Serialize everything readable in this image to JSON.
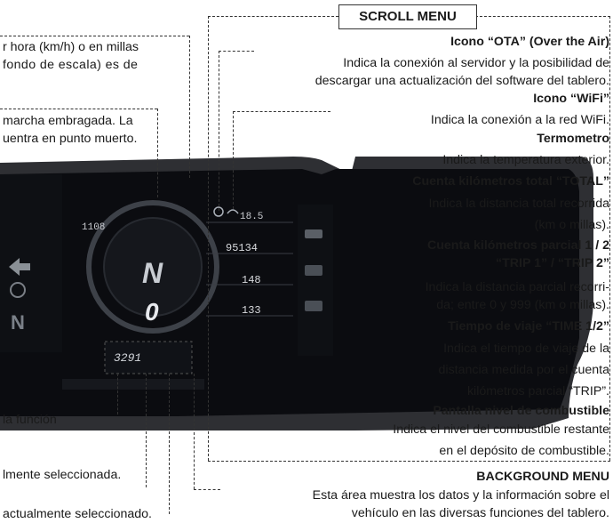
{
  "scroll_menu": {
    "title": "SCROLL MENU"
  },
  "left_notes": {
    "speed_line1": "r hora (km/h) o en millas",
    "speed_line2": "fondo de escala) es de",
    "gear_line1": "marcha embragada. La",
    "gear_line2": "uentra en punto muerto.",
    "func_line": "la función",
    "sel_line": "lmente seleccionada.",
    "sel2_line": "actualmente seleccionado."
  },
  "items": {
    "ota_title": "Icono “OTA” (Over the Air)",
    "ota_l1": "Indica la conexión al servidor y la posibilidad de",
    "ota_l2": "descargar una actualización del software del tablero.",
    "wifi_title": "Icono “WiFi”",
    "wifi_l1": "Indica la conexión a la red WiFi.",
    "thermo_title": "Termometro",
    "thermo_l1": "Indica la temperatura exterior.",
    "total_title": "Cuenta kilómetros total “TOTAL”",
    "total_l1": "Indica la distancia total recorrida",
    "total_l2": "(km o millas).",
    "trip_title1": "Cuenta kilómetros parcial 1 / 2",
    "trip_title2": "“TRIP 1” / “TRIP 2”",
    "trip_l1": "Indica la distancia parcial recorri-",
    "trip_l2": "da; entre 0 y 999 (km o millas).",
    "time_title": "Tiempo de viaje “TIME 1/2”",
    "time_l1": "Indica el tiempo de viaje de la",
    "time_l2": "distancia medida por el cuenta",
    "time_l3": "kilómetros parcial “TRIP”.",
    "fuel_title": "Pantalla nivel de combustible",
    "fuel_l1": "Indica el nivel del combustible restante",
    "fuel_l2": "en el depósito de combustible."
  },
  "background_menu": {
    "title": "BACKGROUND MENU",
    "l1": "Esta área muestra los datos y la información sobre el",
    "l2": "vehículo en las diversas funciones del tablero."
  },
  "display": {
    "odo_small": "1108",
    "temp": "18.5",
    "total": "95134",
    "trip": "148",
    "time": "133",
    "gear": "N",
    "speed": "0",
    "rpm": "3291"
  }
}
